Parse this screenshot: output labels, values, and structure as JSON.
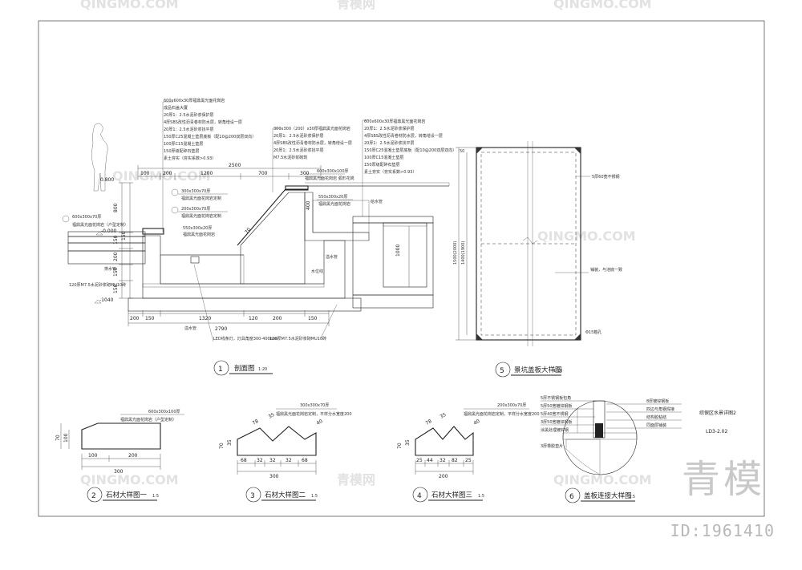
{
  "watermarks": {
    "logo_text": "QINGMO.COM",
    "logo_cn": "青模网",
    "big_text": "青模",
    "id_label": "ID:1961410"
  },
  "title_block": {
    "drawing_title": "综保区水景详图2",
    "drawing_no": "LD3-2.02"
  },
  "views": {
    "v1": {
      "num": "1",
      "title": "剖面图",
      "scale": "1:20"
    },
    "v2": {
      "num": "2",
      "title": "石材大样图一",
      "scale": "1:5"
    },
    "v3": {
      "num": "3",
      "title": "石材大样图二",
      "scale": "1:5"
    },
    "v4": {
      "num": "4",
      "title": "石材大样图三",
      "scale": "1:5"
    },
    "v5": {
      "num": "5",
      "title": "景坑盖板大样图",
      "scale": "1:20"
    },
    "v6": {
      "num": "6",
      "title": "盖板连接大样图",
      "scale": "1:5"
    }
  },
  "section_notes": {
    "left_stack": [
      "600x600x30厚福鼎黑光面花岗岩",
      "成品石盖大厦",
      "20厚1：2.5水泥砂浆保护层",
      "4厚SBS改性沥青卷材防水层，转角增设一层",
      "20厚1：2.5水泥砂浆找平层",
      "150厚C25混凝土垫层底板（配10@200双层双向）",
      "100厚C15混凝土垫层",
      "150厚级配碎石垫层",
      "素土夯实（夯实系数>0.93）"
    ],
    "mid_stack": [
      "300x300（200）x30厚福鼎黑光面花岗岩",
      "20厚1：2.5水泥砂浆保护层",
      "4厚SBS改性沥青卷材防水层，转角增设一层",
      "20厚1：2.5水泥砂浆找平层",
      "M7.5水泥砂浆砌筑"
    ],
    "right_stack": [
      "600x600x30厚福鼎黑光面花岗岩",
      "20厚1：2.5水泥砂浆保护层",
      "4厚SBS改性沥青卷材防水层，转角增设一层",
      "20厚1：2.5水泥砂浆找平层",
      "150厚C25混凝土垫层底板（配10@200双层双向）",
      "100厚C15混凝土垫层",
      "150厚级配碎石垫层",
      "素土夯实（夯实系数>0.93）"
    ],
    "callouts": {
      "top_stone": "600x300x100厚",
      "top_stone_note": "福鼎黑光面花岗岩 弧形花岗",
      "stone_2": "550x300x20厚",
      "stone_2_note": "福鼎黑光面花岗岩",
      "stone_3": "300x300x70厚",
      "stone_3_note": "福鼎黑光面花岗岩定制",
      "stone_4": "200x300x70厚",
      "stone_4_note": "福鼎黑光面花岗岩定制",
      "stone_5": "550x300x20厚",
      "stone_5_note": "福鼎黑光面花岗岩",
      "left_stone": "600x300x70厚",
      "left_stone_note": "福鼎黑光面花岗岩（户型定制）",
      "drain_pipe": "排水管",
      "overflow": "溢水管",
      "inlet": "给水管",
      "overflow2": "溢水管",
      "led": "LED线条灯，灯具角度300-400mm",
      "brick": "120厚M7.5水泥砂浆砌MU10砖",
      "brick2": "120厚M7.5水泥砂浆砌MU10砖",
      "water_line": "水位线"
    },
    "dims_top": [
      "2500",
      "100",
      "200",
      "1200",
      "700",
      "300"
    ],
    "dims_bottom": [
      "1320",
      "2790",
      "200",
      "150",
      "120",
      "200",
      "150"
    ],
    "dims_left": [
      "0.800",
      "800",
      "150",
      "200",
      "150",
      "150",
      "150"
    ],
    "levels": [
      "-0.000",
      "-1040"
    ],
    "dim_right": "1000",
    "dim_mid": "400",
    "dim_slope": "70"
  },
  "detail2": {
    "spec": "600x300x100厚",
    "spec_note": "福鼎黑光面花岗岩（户型定制）",
    "dims_h": [
      "100",
      "200"
    ],
    "dim_total": "300",
    "dims_v": [
      "70",
      "100"
    ]
  },
  "detail3": {
    "spec": "300x300x70厚",
    "spec_note": "福鼎黑光面花岗岩定制，平样分水宽度200",
    "dims_h": [
      "68",
      "32",
      "32",
      "32",
      "68"
    ],
    "dim_total": "300",
    "dims_v": [
      "70",
      "35"
    ],
    "slope_dims": [
      "78",
      "35",
      "40"
    ]
  },
  "detail4": {
    "spec": "200x300x70厚",
    "spec_note": "福鼎黑光面花岗岩定制，平样分水宽度200",
    "dims_h": [
      "25",
      "44",
      "32",
      "82",
      "25"
    ],
    "dim_total": "200",
    "dims_v": [
      "70",
      "35"
    ],
    "slope_dims": [
      "78",
      "35",
      "40"
    ]
  },
  "detail5": {
    "dims_v_outer": "1500(2000)",
    "dims_v_inner": "1400(1900)",
    "dim_left": "50",
    "note_top": "5厚60宽不锈钢",
    "note_mid": "铺装，与池底一致",
    "note_bottom": "Φ15箱孔"
  },
  "detail6": {
    "notes_left": [
      "5厚不锈钢板包角",
      "5厚50宽镀锌钢板",
      "5厚40宽不锈钢",
      "3厚50宽镀锌钢板",
      "涂黑处理镀锌钢",
      "3厚橡胶垫片"
    ],
    "notes_right": [
      "8厚镀锌钢板",
      "四边与角钢焊接",
      "结构胶粘结",
      "同面层铺装"
    ]
  }
}
